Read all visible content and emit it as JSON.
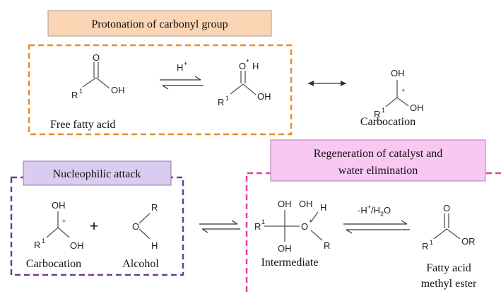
{
  "sections": {
    "protonation": {
      "title": "Protonation of carbonyl group",
      "box_color": "#E98A2E",
      "fill_color": "#FCD5B4"
    },
    "nucleophilic": {
      "title": "Nucleophilic attack",
      "box_color": "#6A3D9A",
      "fill_color": "#D9CCF0"
    },
    "regeneration": {
      "title_line1": "Regeneration of catalyst and",
      "title_line2": "water elimination",
      "box_color": "#E63E9B",
      "fill_color": "#F8C8F2"
    }
  },
  "labels": {
    "free_fatty_acid": "Free fatty acid",
    "carbocation_top": "Carbocation",
    "carbocation_bottom": "Carbocation",
    "alcohol": "Alcohol",
    "intermediate": "Intermediate",
    "ester_line1": "Fatty acid",
    "ester_line2": "methyl ester"
  },
  "reagents": {
    "h_plus": "H",
    "h_plus_sup": "+",
    "elim_prefix": "-H",
    "elim_sup": "+",
    "elim_mid": "/H",
    "elim_sub": "2",
    "elim_end": "O",
    "plus_sign": "+"
  },
  "atoms": {
    "o": "O",
    "oh": "OH",
    "h": "H",
    "r": "R",
    "or": "OR",
    "one": "1",
    "plus": "+"
  }
}
